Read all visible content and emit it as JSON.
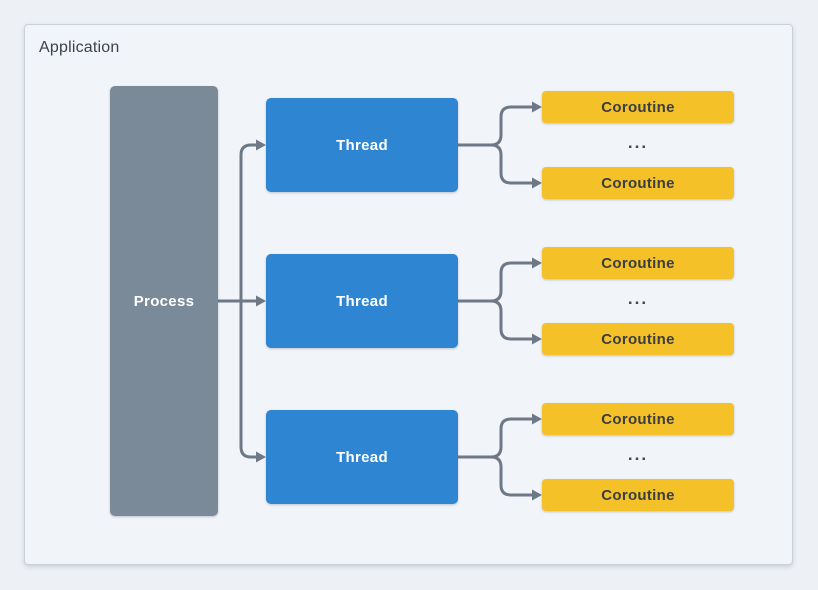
{
  "app": {
    "title": "Application"
  },
  "colors": {
    "page_bg": "#edf0f4",
    "panel_bg": "#f1f4f8",
    "panel_border": "#c9d0da",
    "process_fill": "#7b8a99",
    "thread_fill": "#2e86d3",
    "coroutine_fill": "#f4c228",
    "connector": "#6d7986",
    "label_on_dark": "#ffffff",
    "label_on_yellow": "#3a3e42"
  },
  "diagram": {
    "process": {
      "label": "Process"
    },
    "threads": [
      {
        "label": "Thread",
        "ellipsis": "...",
        "coroutines": [
          {
            "label": "Coroutine"
          },
          {
            "label": "Coroutine"
          }
        ]
      },
      {
        "label": "Thread",
        "ellipsis": "...",
        "coroutines": [
          {
            "label": "Coroutine"
          },
          {
            "label": "Coroutine"
          }
        ]
      },
      {
        "label": "Thread",
        "ellipsis": "...",
        "coroutines": [
          {
            "label": "Coroutine"
          },
          {
            "label": "Coroutine"
          }
        ]
      }
    ]
  }
}
